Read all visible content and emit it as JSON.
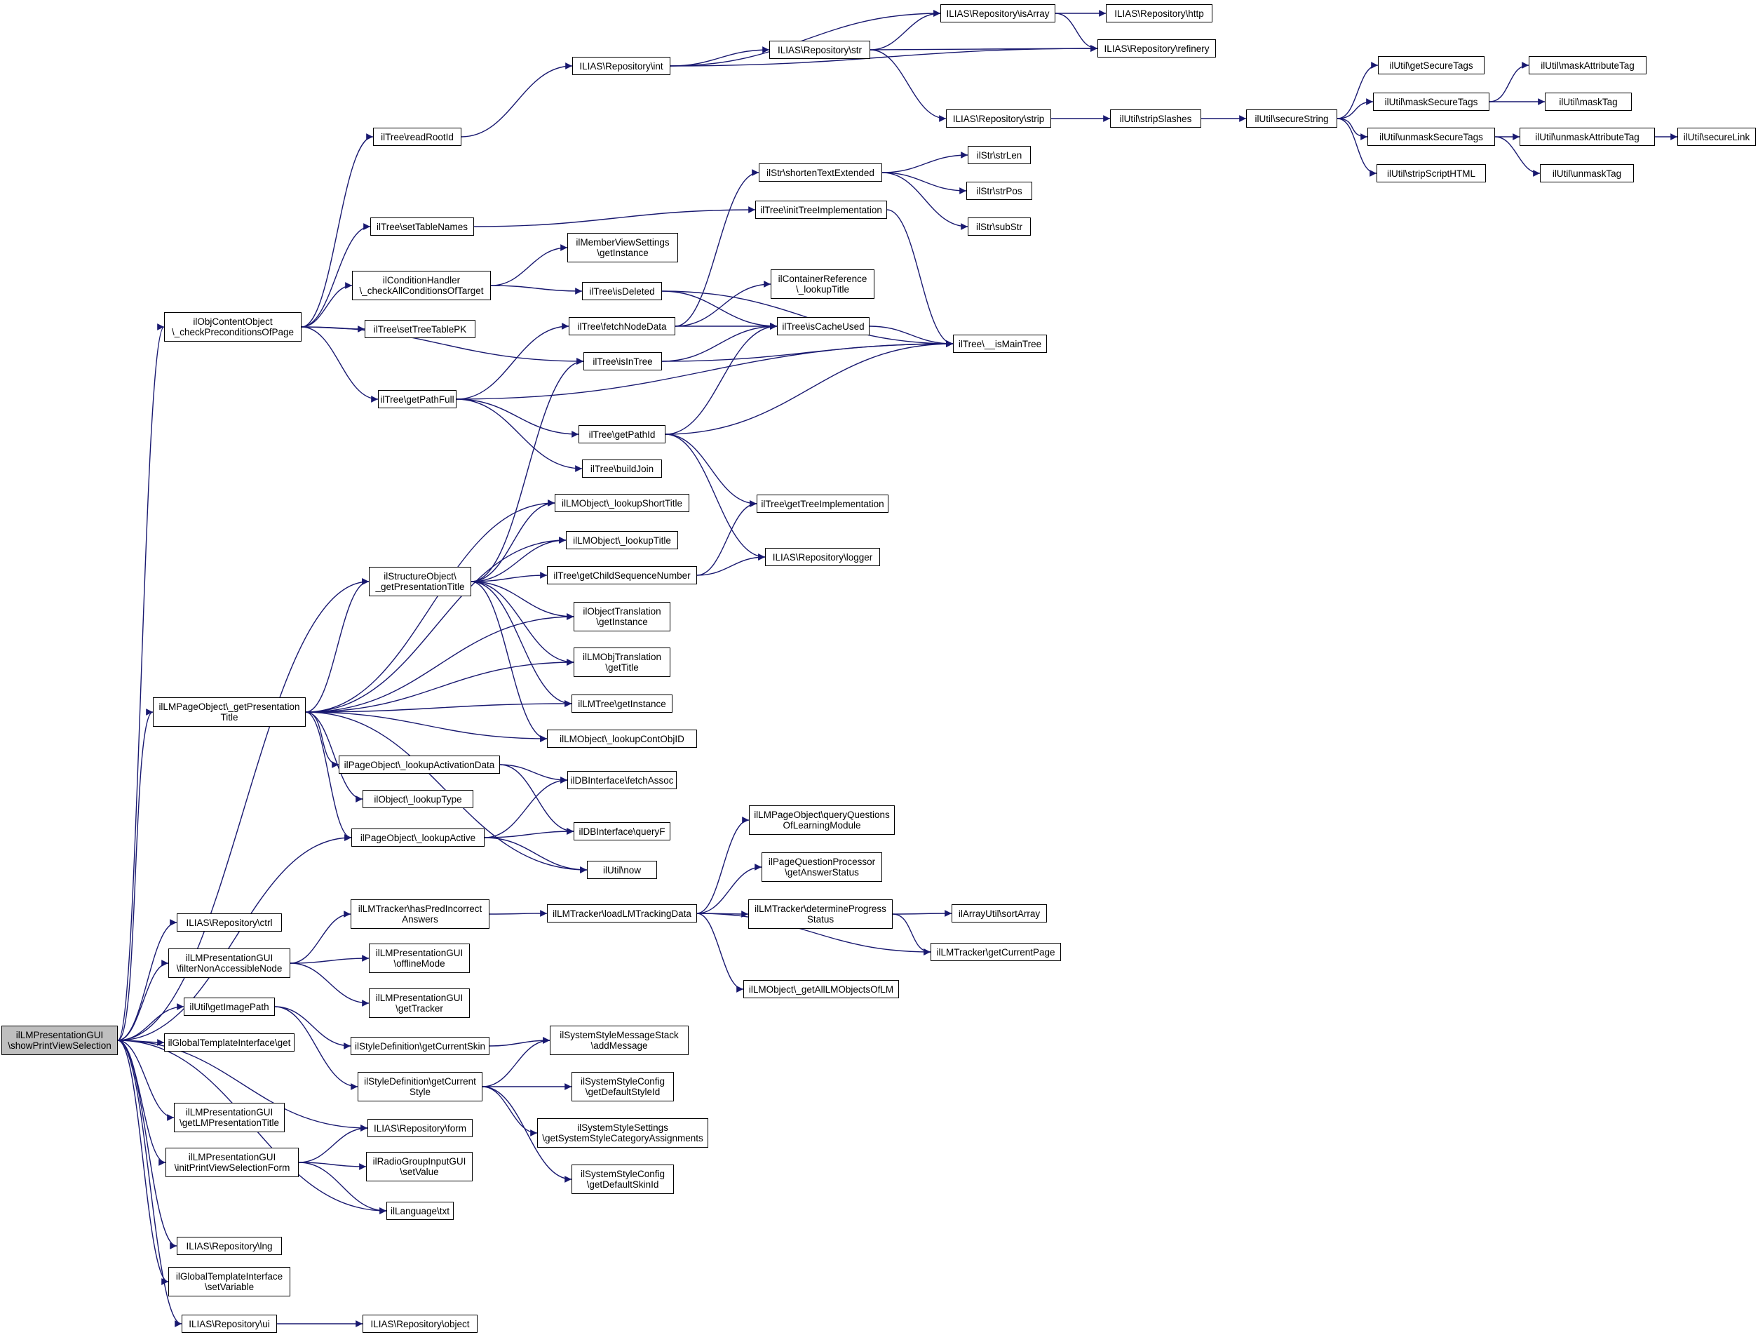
{
  "diagram": {
    "type": "call-graph",
    "edge_color": "#191970",
    "root_fill": "#bfbfbf",
    "nodes": [
      {
        "id": "root",
        "lines": [
          "ilLMPresentationGUI",
          "\\showPrintViewSelection"
        ],
        "root": true
      },
      {
        "id": "checkPre",
        "lines": [
          "ilObjContentObject",
          "\\_checkPreconditionsOfPage"
        ]
      },
      {
        "id": "readRootId",
        "lines": [
          "ilTree\\readRootId"
        ]
      },
      {
        "id": "setTableNames",
        "lines": [
          "ilTree\\setTableNames"
        ]
      },
      {
        "id": "checkAllCond",
        "lines": [
          "ilConditionHandler",
          "\\_checkAllConditionsOfTarget"
        ]
      },
      {
        "id": "setTreeTablePK",
        "lines": [
          "ilTree\\setTreeTablePK"
        ]
      },
      {
        "id": "getPathFull",
        "lines": [
          "ilTree\\getPathFull"
        ]
      },
      {
        "id": "repoInt",
        "lines": [
          "ILIAS\\Repository\\int"
        ]
      },
      {
        "id": "repoStr",
        "lines": [
          "ILIAS\\Repository\\str"
        ]
      },
      {
        "id": "repoIsArray",
        "lines": [
          "ILIAS\\Repository\\isArray"
        ]
      },
      {
        "id": "repoHttp",
        "lines": [
          "ILIAS\\Repository\\http"
        ]
      },
      {
        "id": "repoRefinery",
        "lines": [
          "ILIAS\\Repository\\refinery"
        ]
      },
      {
        "id": "repoStrip",
        "lines": [
          "ILIAS\\Repository\\strip"
        ]
      },
      {
        "id": "stripSlashes",
        "lines": [
          "ilUtil\\stripSlashes"
        ]
      },
      {
        "id": "secureString",
        "lines": [
          "ilUtil\\secureString"
        ]
      },
      {
        "id": "getSecureTags",
        "lines": [
          "ilUtil\\getSecureTags"
        ]
      },
      {
        "id": "maskSecureTags",
        "lines": [
          "ilUtil\\maskSecureTags"
        ]
      },
      {
        "id": "unmaskSecureTags",
        "lines": [
          "ilUtil\\unmaskSecureTags"
        ]
      },
      {
        "id": "stripScriptHTML",
        "lines": [
          "ilUtil\\stripScriptHTML"
        ]
      },
      {
        "id": "maskAttributeTag",
        "lines": [
          "ilUtil\\maskAttributeTag"
        ]
      },
      {
        "id": "maskTag",
        "lines": [
          "ilUtil\\maskTag"
        ]
      },
      {
        "id": "unmaskAttributeTag",
        "lines": [
          "ilUtil\\unmaskAttributeTag"
        ]
      },
      {
        "id": "unmaskTag",
        "lines": [
          "ilUtil\\unmaskTag"
        ]
      },
      {
        "id": "secureLink",
        "lines": [
          "ilUtil\\secureLink"
        ]
      },
      {
        "id": "shortenText",
        "lines": [
          "ilStr\\shortenTextExtended"
        ]
      },
      {
        "id": "strLen",
        "lines": [
          "ilStr\\strLen"
        ]
      },
      {
        "id": "strPos",
        "lines": [
          "ilStr\\strPos"
        ]
      },
      {
        "id": "subStr",
        "lines": [
          "ilStr\\subStr"
        ]
      },
      {
        "id": "initTreeImpl",
        "lines": [
          "ilTree\\initTreeImplementation"
        ]
      },
      {
        "id": "memberView",
        "lines": [
          "ilMemberViewSettings",
          "\\getInstance"
        ]
      },
      {
        "id": "isDeleted",
        "lines": [
          "ilTree\\isDeleted"
        ]
      },
      {
        "id": "containerRef",
        "lines": [
          "ilContainerReference",
          "\\_lookupTitle"
        ]
      },
      {
        "id": "fetchNodeData",
        "lines": [
          "ilTree\\fetchNodeData"
        ]
      },
      {
        "id": "isCacheUsed",
        "lines": [
          "ilTree\\isCacheUsed"
        ]
      },
      {
        "id": "isMainTree",
        "lines": [
          "ilTree\\__isMainTree"
        ]
      },
      {
        "id": "isInTree",
        "lines": [
          "ilTree\\isInTree"
        ]
      },
      {
        "id": "getPathId",
        "lines": [
          "ilTree\\getPathId"
        ]
      },
      {
        "id": "buildJoin",
        "lines": [
          "ilTree\\buildJoin"
        ]
      },
      {
        "id": "getTreeImpl",
        "lines": [
          "ilTree\\getTreeImplementation"
        ]
      },
      {
        "id": "repoLogger",
        "lines": [
          "ILIAS\\Repository\\logger"
        ]
      },
      {
        "id": "lookupShortTitle",
        "lines": [
          "ilLMObject\\_lookupShortTitle"
        ]
      },
      {
        "id": "lmLookupTitle",
        "lines": [
          "ilLMObject\\_lookupTitle"
        ]
      },
      {
        "id": "structPresTitle",
        "lines": [
          "ilStructureObject\\",
          "_getPresentationTitle"
        ]
      },
      {
        "id": "childSeqNum",
        "lines": [
          "ilTree\\getChildSequenceNumber"
        ]
      },
      {
        "id": "objTrans",
        "lines": [
          "ilObjectTranslation",
          "\\getInstance"
        ]
      },
      {
        "id": "lmObjTrans",
        "lines": [
          "ilLMObjTranslation",
          "\\getTitle"
        ]
      },
      {
        "id": "lmTreeInst",
        "lines": [
          "ilLMTree\\getInstance"
        ]
      },
      {
        "id": "lookupContObjID",
        "lines": [
          "ilLMObject\\_lookupContObjID"
        ]
      },
      {
        "id": "pagePresTitle",
        "lines": [
          "ilLMPageObject\\_getPresentation",
          "Title"
        ]
      },
      {
        "id": "lookupActData",
        "lines": [
          "ilPageObject\\_lookupActivationData"
        ]
      },
      {
        "id": "objLookupType",
        "lines": [
          "ilObject\\_lookupType"
        ]
      },
      {
        "id": "lookupActive",
        "lines": [
          "ilPageObject\\_lookupActive"
        ]
      },
      {
        "id": "fetchAssoc",
        "lines": [
          "ilDBInterface\\fetchAssoc"
        ]
      },
      {
        "id": "queryF",
        "lines": [
          "ilDBInterface\\queryF"
        ]
      },
      {
        "id": "utilNow",
        "lines": [
          "ilUtil\\now"
        ]
      },
      {
        "id": "repoCtrl",
        "lines": [
          "ILIAS\\Repository\\ctrl"
        ]
      },
      {
        "id": "filterNonAcc",
        "lines": [
          "ilLMPresentationGUI",
          "\\filterNonAccessibleNode"
        ]
      },
      {
        "id": "hasPredIncorrect",
        "lines": [
          "ilLMTracker\\hasPredIncorrect",
          "Answers"
        ]
      },
      {
        "id": "offlineMode",
        "lines": [
          "ilLMPresentationGUI",
          "\\offlineMode"
        ]
      },
      {
        "id": "getTracker",
        "lines": [
          "ilLMPresentationGUI",
          "\\getTracker"
        ]
      },
      {
        "id": "loadTracking",
        "lines": [
          "ilLMTracker\\loadLMTrackingData"
        ]
      },
      {
        "id": "queryQuestions",
        "lines": [
          "ilLMPageObject\\queryQuestions",
          "OfLearningModule"
        ]
      },
      {
        "id": "answerStatus",
        "lines": [
          "ilPageQuestionProcessor",
          "\\getAnswerStatus"
        ]
      },
      {
        "id": "determineProgress",
        "lines": [
          "ilLMTracker\\determineProgress",
          "Status"
        ]
      },
      {
        "id": "sortArray",
        "lines": [
          "ilArrayUtil\\sortArray"
        ]
      },
      {
        "id": "getCurrentPage",
        "lines": [
          "ilLMTracker\\getCurrentPage"
        ]
      },
      {
        "id": "allLMObjects",
        "lines": [
          "ilLMObject\\_getAllLMObjectsOfLM"
        ]
      },
      {
        "id": "getImagePath",
        "lines": [
          "ilUtil\\getImagePath"
        ]
      },
      {
        "id": "globalTplGet",
        "lines": [
          "ilGlobalTemplateInterface\\get"
        ]
      },
      {
        "id": "getCurrentSkin",
        "lines": [
          "ilStyleDefinition\\getCurrentSkin"
        ]
      },
      {
        "id": "getCurrentStyle",
        "lines": [
          "ilStyleDefinition\\getCurrent",
          "Style"
        ]
      },
      {
        "id": "addMessage",
        "lines": [
          "ilSystemStyleMessageStack",
          "\\addMessage"
        ]
      },
      {
        "id": "defaultStyleId",
        "lines": [
          "ilSystemStyleConfig",
          "\\getDefaultStyleId"
        ]
      },
      {
        "id": "styleCatAssign",
        "lines": [
          "ilSystemStyleSettings",
          "\\getSystemStyleCategoryAssignments"
        ]
      },
      {
        "id": "defaultSkinId",
        "lines": [
          "ilSystemStyleConfig",
          "\\getDefaultSkinId"
        ]
      },
      {
        "id": "getLMPresTitle",
        "lines": [
          "ilLMPresentationGUI",
          "\\getLMPresentationTitle"
        ]
      },
      {
        "id": "repoForm",
        "lines": [
          "ILIAS\\Repository\\form"
        ]
      },
      {
        "id": "initPrintView",
        "lines": [
          "ilLMPresentationGUI",
          "\\initPrintViewSelectionForm"
        ]
      },
      {
        "id": "radioSetValue",
        "lines": [
          "ilRadioGroupInputGUI",
          "\\setValue"
        ]
      },
      {
        "id": "langTxt",
        "lines": [
          "ilLanguage\\txt"
        ]
      },
      {
        "id": "repoLng",
        "lines": [
          "ILIAS\\Repository\\lng"
        ]
      },
      {
        "id": "setVariable",
        "lines": [
          "ilGlobalTemplateInterface",
          "\\setVariable"
        ]
      },
      {
        "id": "repoUi",
        "lines": [
          "ILIAS\\Repository\\ui"
        ]
      },
      {
        "id": "repoObject",
        "lines": [
          "ILIAS\\Repository\\object"
        ]
      }
    ],
    "edges": [
      [
        "root",
        "checkPre"
      ],
      [
        "root",
        "pagePresTitle"
      ],
      [
        "root",
        "structPresTitle"
      ],
      [
        "root",
        "lookupActive"
      ],
      [
        "root",
        "repoCtrl"
      ],
      [
        "root",
        "filterNonAcc"
      ],
      [
        "root",
        "getImagePath"
      ],
      [
        "root",
        "globalTplGet"
      ],
      [
        "root",
        "getLMPresTitle"
      ],
      [
        "root",
        "repoForm"
      ],
      [
        "root",
        "initPrintView"
      ],
      [
        "root",
        "langTxt"
      ],
      [
        "root",
        "repoLng"
      ],
      [
        "root",
        "setVariable"
      ],
      [
        "root",
        "repoUi"
      ],
      [
        "checkPre",
        "readRootId"
      ],
      [
        "checkPre",
        "setTableNames"
      ],
      [
        "checkPre",
        "checkAllCond"
      ],
      [
        "checkPre",
        "setTreeTablePK"
      ],
      [
        "checkPre",
        "getPathFull"
      ],
      [
        "checkPre",
        "isInTree"
      ],
      [
        "readRootId",
        "repoInt"
      ],
      [
        "repoInt",
        "repoIsArray"
      ],
      [
        "repoInt",
        "repoStr"
      ],
      [
        "repoInt",
        "repoRefinery"
      ],
      [
        "repoStr",
        "repoIsArray"
      ],
      [
        "repoStr",
        "repoRefinery"
      ],
      [
        "repoStr",
        "repoStrip"
      ],
      [
        "repoIsArray",
        "repoHttp"
      ],
      [
        "repoIsArray",
        "repoRefinery"
      ],
      [
        "repoStrip",
        "stripSlashes"
      ],
      [
        "stripSlashes",
        "secureString"
      ],
      [
        "secureString",
        "getSecureTags"
      ],
      [
        "secureString",
        "maskSecureTags"
      ],
      [
        "secureString",
        "unmaskSecureTags"
      ],
      [
        "secureString",
        "stripScriptHTML"
      ],
      [
        "maskSecureTags",
        "maskAttributeTag"
      ],
      [
        "maskSecureTags",
        "maskTag"
      ],
      [
        "unmaskSecureTags",
        "unmaskAttributeTag"
      ],
      [
        "unmaskSecureTags",
        "unmaskTag"
      ],
      [
        "unmaskAttributeTag",
        "secureLink"
      ],
      [
        "setTableNames",
        "initTreeImpl"
      ],
      [
        "initTreeImpl",
        "isMainTree"
      ],
      [
        "checkAllCond",
        "memberView"
      ],
      [
        "checkAllCond",
        "isDeleted"
      ],
      [
        "isDeleted",
        "isCacheUsed"
      ],
      [
        "isDeleted",
        "isMainTree"
      ],
      [
        "fetchNodeData",
        "shortenText"
      ],
      [
        "fetchNodeData",
        "containerRef"
      ],
      [
        "fetchNodeData",
        "isCacheUsed"
      ],
      [
        "shortenText",
        "strLen"
      ],
      [
        "shortenText",
        "strPos"
      ],
      [
        "shortenText",
        "subStr"
      ],
      [
        "isCacheUsed",
        "isMainTree"
      ],
      [
        "isInTree",
        "isCacheUsed"
      ],
      [
        "isInTree",
        "isMainTree"
      ],
      [
        "getPathFull",
        "fetchNodeData"
      ],
      [
        "getPathFull",
        "isMainTree"
      ],
      [
        "getPathFull",
        "getPathId"
      ],
      [
        "getPathFull",
        "buildJoin"
      ],
      [
        "getPathId",
        "isCacheUsed"
      ],
      [
        "getPathId",
        "isMainTree"
      ],
      [
        "getPathId",
        "getTreeImpl"
      ],
      [
        "getPathId",
        "repoLogger"
      ],
      [
        "structPresTitle",
        "isInTree"
      ],
      [
        "structPresTitle",
        "lookupShortTitle"
      ],
      [
        "structPresTitle",
        "lmLookupTitle"
      ],
      [
        "structPresTitle",
        "childSeqNum"
      ],
      [
        "structPresTitle",
        "objTrans"
      ],
      [
        "structPresTitle",
        "lmObjTrans"
      ],
      [
        "structPresTitle",
        "lmTreeInst"
      ],
      [
        "structPresTitle",
        "lookupContObjID"
      ],
      [
        "childSeqNum",
        "getTreeImpl"
      ],
      [
        "childSeqNum",
        "repoLogger"
      ],
      [
        "pagePresTitle",
        "lookupShortTitle"
      ],
      [
        "pagePresTitle",
        "lmLookupTitle"
      ],
      [
        "pagePresTitle",
        "structPresTitle"
      ],
      [
        "pagePresTitle",
        "objTrans"
      ],
      [
        "pagePresTitle",
        "lmObjTrans"
      ],
      [
        "pagePresTitle",
        "lmTreeInst"
      ],
      [
        "pagePresTitle",
        "lookupContObjID"
      ],
      [
        "pagePresTitle",
        "lookupActData"
      ],
      [
        "pagePresTitle",
        "objLookupType"
      ],
      [
        "pagePresTitle",
        "lookupActive"
      ],
      [
        "pagePresTitle",
        "utilNow"
      ],
      [
        "lookupActData",
        "fetchAssoc"
      ],
      [
        "lookupActData",
        "queryF"
      ],
      [
        "lookupActive",
        "fetchAssoc"
      ],
      [
        "lookupActive",
        "queryF"
      ],
      [
        "lookupActive",
        "utilNow"
      ],
      [
        "filterNonAcc",
        "hasPredIncorrect"
      ],
      [
        "filterNonAcc",
        "offlineMode"
      ],
      [
        "filterNonAcc",
        "getTracker"
      ],
      [
        "hasPredIncorrect",
        "loadTracking"
      ],
      [
        "loadTracking",
        "queryQuestions"
      ],
      [
        "loadTracking",
        "answerStatus"
      ],
      [
        "loadTracking",
        "determineProgress"
      ],
      [
        "loadTracking",
        "getCurrentPage"
      ],
      [
        "loadTracking",
        "allLMObjects"
      ],
      [
        "determineProgress",
        "sortArray"
      ],
      [
        "determineProgress",
        "getCurrentPage"
      ],
      [
        "getImagePath",
        "getCurrentSkin"
      ],
      [
        "getImagePath",
        "getCurrentStyle"
      ],
      [
        "getCurrentSkin",
        "addMessage"
      ],
      [
        "getCurrentStyle",
        "addMessage"
      ],
      [
        "getCurrentStyle",
        "defaultStyleId"
      ],
      [
        "getCurrentStyle",
        "styleCatAssign"
      ],
      [
        "getCurrentStyle",
        "defaultSkinId"
      ],
      [
        "initPrintView",
        "repoForm"
      ],
      [
        "initPrintView",
        "radioSetValue"
      ],
      [
        "initPrintView",
        "langTxt"
      ],
      [
        "repoUi",
        "repoObject"
      ]
    ]
  }
}
